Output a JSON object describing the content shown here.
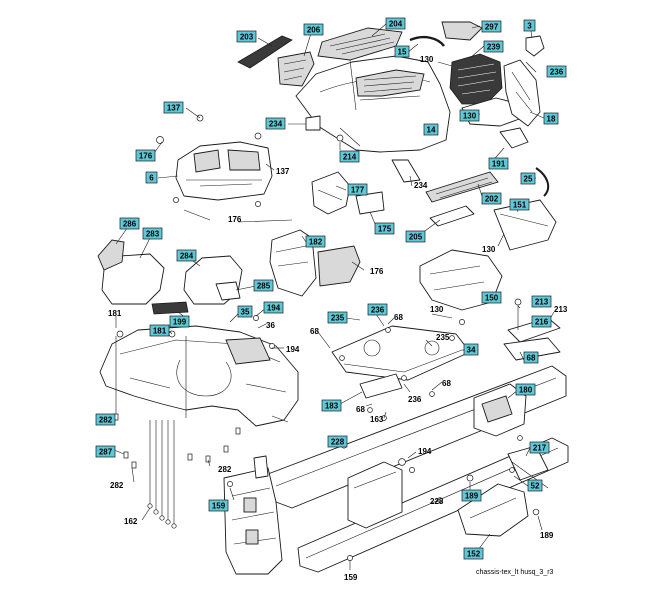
{
  "diagram": {
    "caption": "chassis-tex_lt husq_3_r3",
    "boxed_callouts": [
      "203",
      "206",
      "204",
      "297",
      "3",
      "15",
      "239",
      "236",
      "130",
      "18",
      "137",
      "234",
      "214",
      "14",
      "176",
      "6",
      "177",
      "191",
      "25",
      "202",
      "175",
      "205",
      "151",
      "286",
      "283",
      "284",
      "182",
      "285",
      "181",
      "199",
      "35",
      "194",
      "235",
      "236",
      "68",
      "213",
      "216",
      "150",
      "34",
      "183",
      "180",
      "282",
      "287",
      "228",
      "217",
      "52",
      "159",
      "189",
      "152"
    ],
    "plain_callouts": [
      "130",
      "137",
      "176",
      "176",
      "234",
      "130",
      "181",
      "36",
      "194",
      "68",
      "130",
      "68",
      "213",
      "235",
      "68",
      "236",
      "163",
      "68",
      "194",
      "282",
      "282",
      "228",
      "162",
      "189",
      "159"
    ]
  }
}
